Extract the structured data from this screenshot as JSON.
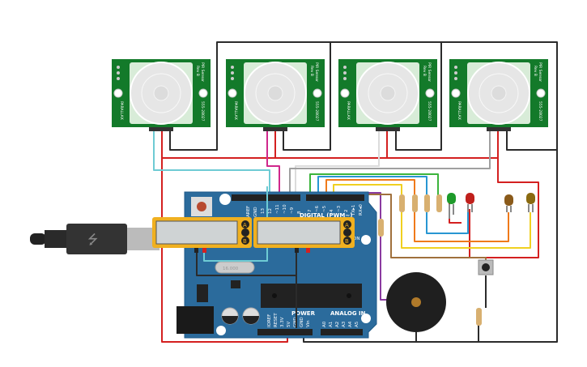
{
  "pir_sensors": [
    {
      "title": "PIR Sensor",
      "rev": "Rev B",
      "part": "555-28027",
      "brand": "PARALLAX"
    },
    {
      "title": "PIR Sensor",
      "rev": "Rev B",
      "part": "555-28027",
      "brand": "PARALLAX"
    },
    {
      "title": "PIR Sensor",
      "rev": "Rev B",
      "part": "555-28027",
      "brand": "PARALLAX"
    },
    {
      "title": "PIR Sensor",
      "rev": "Rev B",
      "part": "555-28027",
      "brand": "PARALLAX"
    }
  ],
  "arduino": {
    "digital_label": "DIGITAL (PWM~)",
    "power_label": "POWER",
    "analog_label": "ANALOG IN",
    "on_label": "ON",
    "tx_label": "TX▸1",
    "rx_label": "RX◂0",
    "digital_pins": [
      "AREF",
      "GND",
      "13",
      "12",
      "~11",
      "~10",
      "~9",
      "8",
      "7",
      "~6",
      "~5",
      "4",
      "~3",
      "2"
    ],
    "power_pins": [
      "IOREF",
      "RESET",
      "3.3V",
      "5V",
      "GND",
      "GND",
      "Vin"
    ],
    "analog_pins": [
      "A0",
      "A1",
      "A2",
      "A3",
      "A4",
      "A5"
    ],
    "crystal": "16.000",
    "board_color": "#2b6b9c"
  },
  "displays": [
    {
      "buttons": [
        "A",
        "💡",
        "B"
      ]
    },
    {
      "buttons": [
        "A",
        "💡",
        "B"
      ]
    }
  ],
  "leds": [
    {
      "color": "#1e9a2a"
    },
    {
      "color": "#c0201c"
    },
    {
      "color": "#8a5a1a"
    },
    {
      "color": "#8a6a10"
    }
  ],
  "wire_colors": {
    "ground": "#2b2b2b",
    "power": "#d42020",
    "cyan": "#6ecbd4",
    "magenta": "#d0288c",
    "white": "#e8e8e8",
    "gray": "#a0a0a0",
    "green": "#3cb43c",
    "blue": "#2896d2",
    "orange": "#f07a1a",
    "yellow": "#f0d020",
    "purple": "#8a3aa0",
    "brown": "#a0703c"
  }
}
